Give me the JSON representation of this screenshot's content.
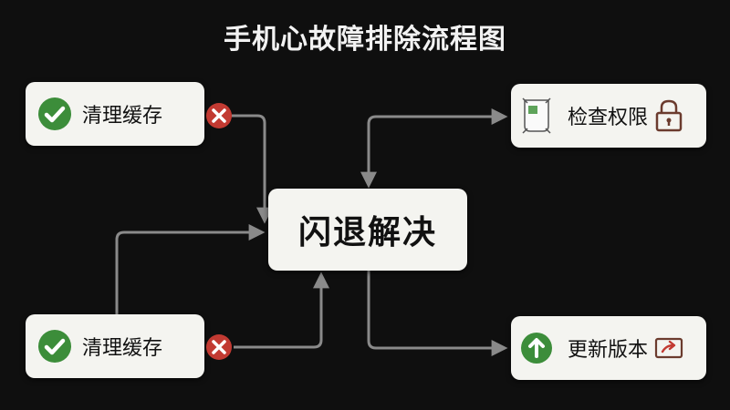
{
  "diagram": {
    "title": "手机心故障排除流程图",
    "center": {
      "label": "闪退解决"
    },
    "left_top": {
      "label": "清理缓存",
      "status_icon": "check-icon",
      "action_icon": "close-icon"
    },
    "left_bottom": {
      "label": "清理缓存",
      "status_icon": "check-icon",
      "action_icon": "close-icon"
    },
    "right_top": {
      "label": "检查权限",
      "icon": "document-icon",
      "trailing_icon": "lock-icon"
    },
    "right_bottom": {
      "label": "更新版本",
      "icon": "arrow-up-icon",
      "trailing_icon": "share-icon"
    }
  },
  "colors": {
    "background": "#0f0f0f",
    "node": "#f4f4f0",
    "connector": "#8a8a8a",
    "check_green": "#3c8d3a",
    "close_red": "#c23a32",
    "lock_brown": "#6b3b2e"
  }
}
